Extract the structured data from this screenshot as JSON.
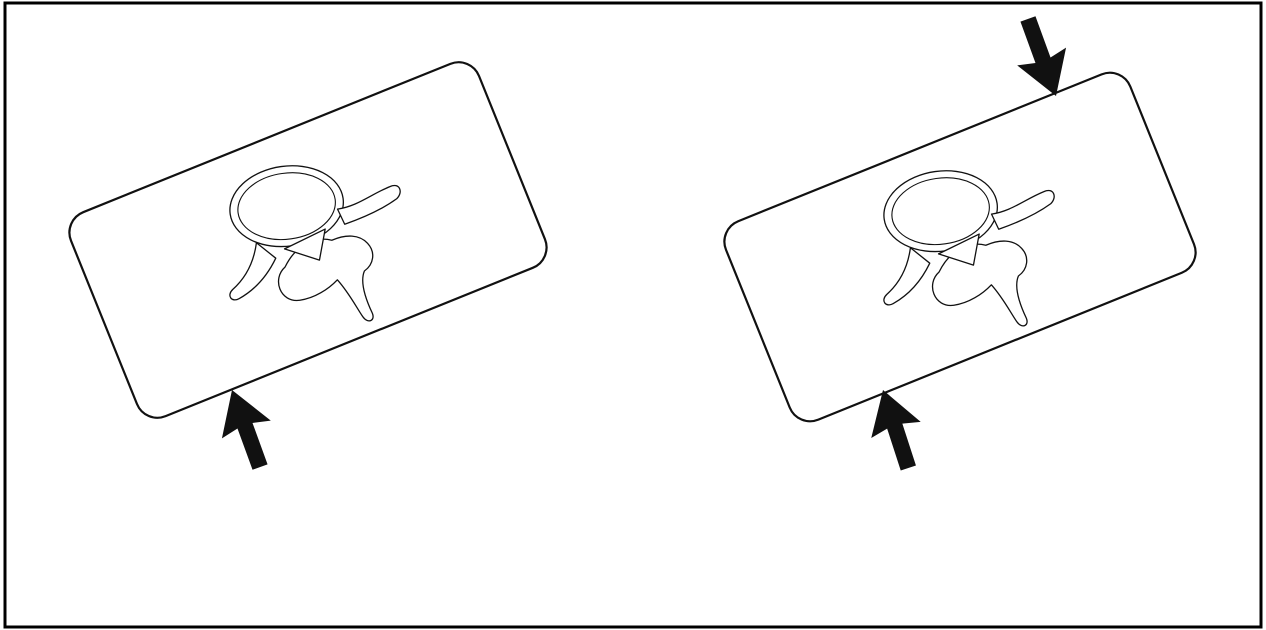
{
  "figure": {
    "panels": [
      {
        "name": "left",
        "illustration": "lumbar-vertebra-axial-view",
        "arrows": [
          "bottom-left"
        ]
      },
      {
        "name": "right",
        "illustration": "lumbar-vertebra-axial-view",
        "arrows": [
          "top-right",
          "bottom-left"
        ]
      }
    ],
    "colors": {
      "line": "#111111",
      "background": "#ffffff"
    }
  }
}
